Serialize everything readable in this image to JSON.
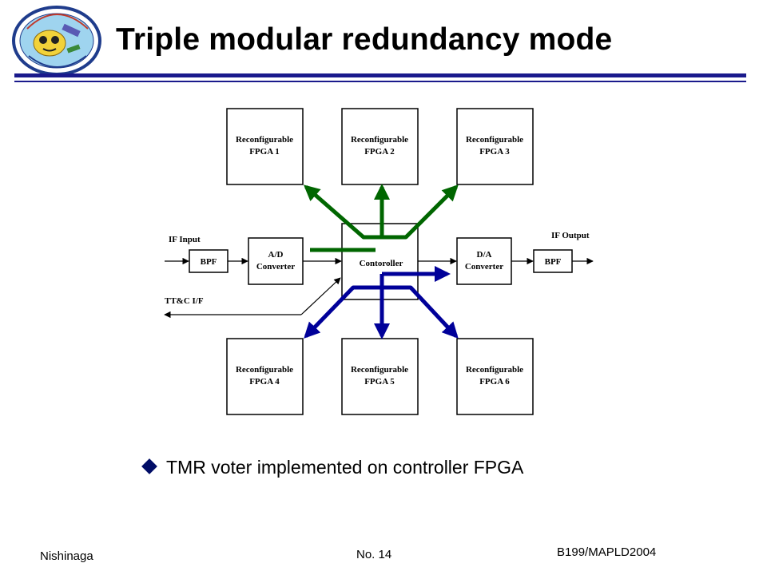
{
  "header": {
    "title": "Triple modular redundancy mode"
  },
  "diagram": {
    "fpgas": [
      {
        "line1": "Reconfigurable",
        "line2": "FPGA 1"
      },
      {
        "line1": "Reconfigurable",
        "line2": "FPGA 2"
      },
      {
        "line1": "Reconfigurable",
        "line2": "FPGA 3"
      },
      {
        "line1": "Reconfigurable",
        "line2": "FPGA 4"
      },
      {
        "line1": "Reconfigurable",
        "line2": "FPGA 5"
      },
      {
        "line1": "Reconfigurable",
        "line2": "FPGA 6"
      }
    ],
    "if_input": "IF Input",
    "if_output": "IF Output",
    "bpf_in": "BPF",
    "bpf_out": "BPF",
    "ad_line1": "A/D",
    "ad_line2": "Converter",
    "da_line1": "D/A",
    "da_line2": "Converter",
    "controller": "Contoroller",
    "ttc": "TT&C I/F",
    "colors": {
      "upper_arrows": "#006600",
      "lower_arrows": "#000099"
    }
  },
  "bullet": {
    "text": "TMR voter implemented on controller FPGA"
  },
  "footer": {
    "author": "Nishinaga",
    "page": "No. 14",
    "ref": "B199/MAPLD2004"
  }
}
